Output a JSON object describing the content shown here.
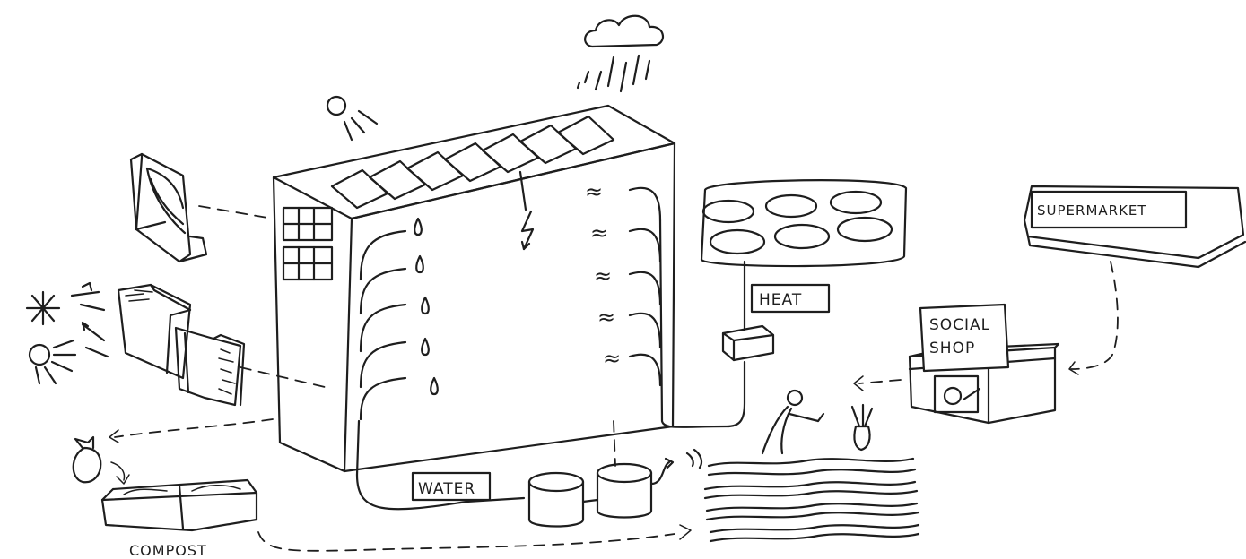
{
  "labels": {
    "water": "WATER",
    "heat": "HEAT",
    "supermarket": "SUPERMARKET",
    "social_shop_line1": "SOCIAL",
    "social_shop_line2": "SHOP",
    "compost": "COMPOST"
  },
  "icons": {
    "rain": "cloud-rain-icon",
    "sun": "sun-icon",
    "electricity": "lightning-icon",
    "heat_waves": "wave-icon",
    "water_drops": "drop-icon",
    "snow": "snowflake-icon"
  },
  "colors": {
    "ink": "#1e1e1e",
    "paper": "#ffffff"
  }
}
